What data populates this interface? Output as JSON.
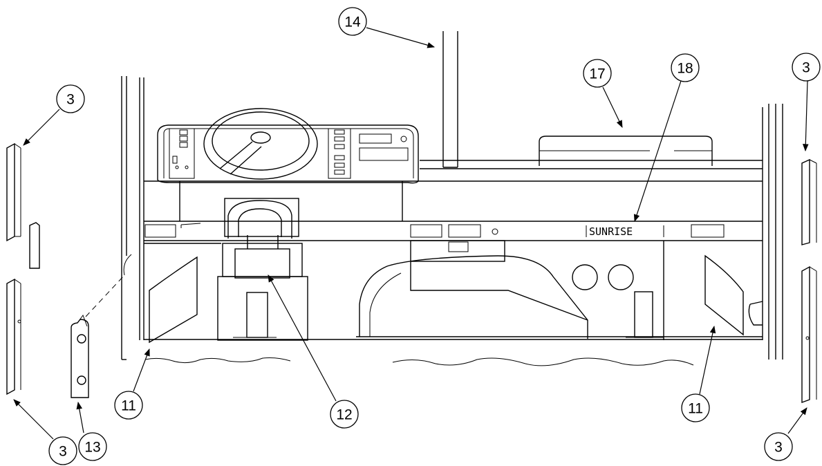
{
  "diagram": {
    "callouts": [
      {
        "id": "c3-top-left",
        "label": "3"
      },
      {
        "id": "c14",
        "label": "14"
      },
      {
        "id": "c17",
        "label": "17"
      },
      {
        "id": "c18",
        "label": "18"
      },
      {
        "id": "c3-top-right",
        "label": "3"
      },
      {
        "id": "c11-left",
        "label": "11"
      },
      {
        "id": "c12",
        "label": "12"
      },
      {
        "id": "c11-right",
        "label": "11"
      },
      {
        "id": "c3-bottom-left",
        "label": "3"
      },
      {
        "id": "c13",
        "label": "13"
      },
      {
        "id": "c3-bottom-right",
        "label": "3"
      }
    ],
    "destination_sign": "SUNRISE"
  }
}
